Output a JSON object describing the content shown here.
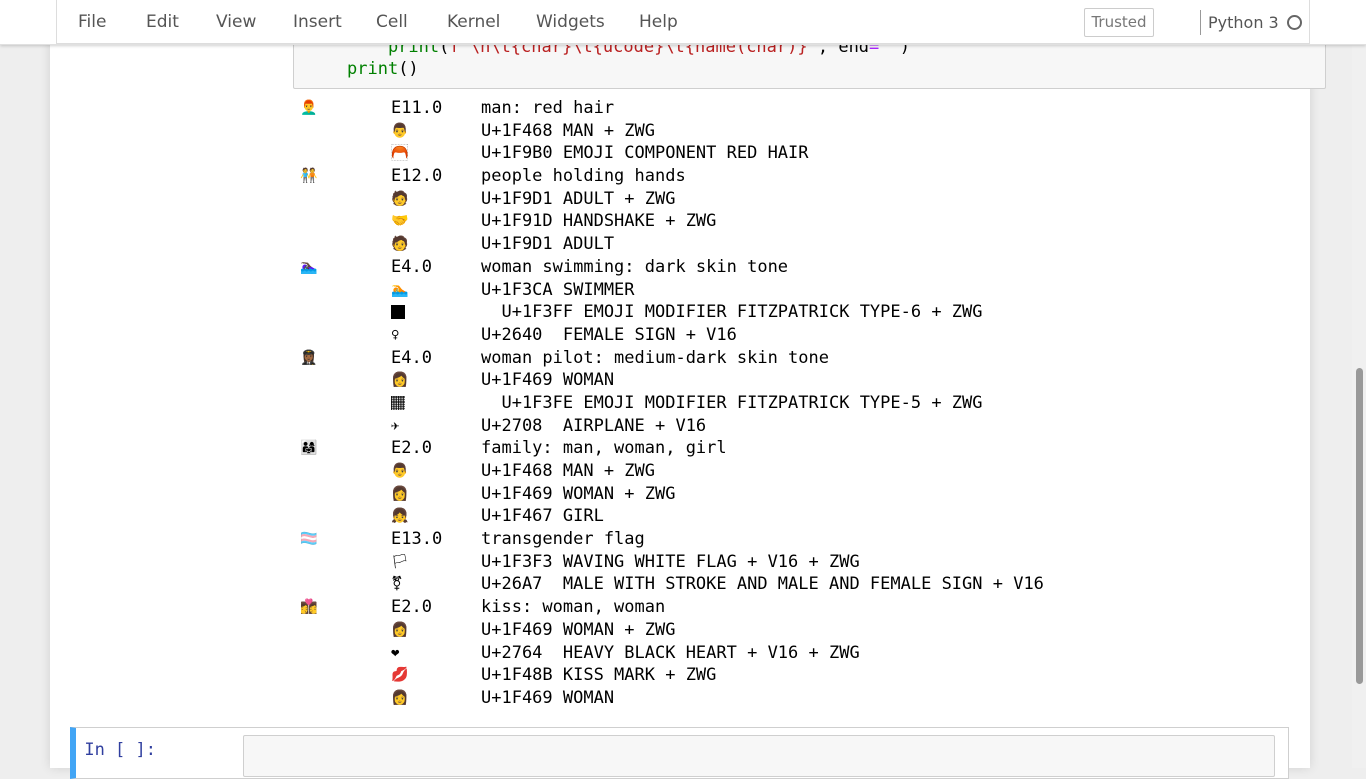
{
  "menu": [
    "File",
    "Edit",
    "View",
    "Insert",
    "Cell",
    "Kernel",
    "Widgets",
    "Help"
  ],
  "trusted_label": "Trusted",
  "kernel_name": "Python 3",
  "prev_cell": {
    "line1": {
      "indent": "    ",
      "fn": "print",
      "paren": "(",
      "str": "f'\\n\\t{char}\\t{ucode}\\t{name(char)}'",
      "sep": ", end",
      "eq": "=",
      "str2": "''",
      "close": ")"
    },
    "line2": {
      "fn": "print",
      "paren": "()"
    }
  },
  "output_rows": [
    {
      "big": "👨‍🦰",
      "small": "",
      "ver": "E11.0",
      "desc": "man: red hair"
    },
    {
      "big": "",
      "small": "👨",
      "ver": "",
      "desc": "U+1F468 MAN + ZWG"
    },
    {
      "big": "",
      "small": "🦰",
      "ver": "",
      "desc": "U+1F9B0 EMOJI COMPONENT RED HAIR"
    },
    {
      "big": "🧑‍🤝‍🧑",
      "small": "",
      "ver": "E12.0",
      "desc": "people holding hands"
    },
    {
      "big": "",
      "small": "🧑",
      "ver": "",
      "desc": "U+1F9D1 ADULT + ZWG"
    },
    {
      "big": "",
      "small": "🤝",
      "ver": "",
      "desc": "U+1F91D HANDSHAKE + ZWG"
    },
    {
      "big": "",
      "small": "🧑",
      "ver": "",
      "desc": "U+1F9D1 ADULT"
    },
    {
      "big": "🏊🏿‍♀️",
      "small": "",
      "ver": "E4.0",
      "desc": "woman swimming: dark skin tone"
    },
    {
      "big": "",
      "small": "🏊",
      "ver": "",
      "desc": "U+1F3CA SWIMMER"
    },
    {
      "big": "",
      "small": "🏿",
      "ver": "",
      "desc": "  U+1F3FF EMOJI MODIFIER FITZPATRICK TYPE-6 + ZWG"
    },
    {
      "big": "",
      "small": "♀",
      "ver": "",
      "desc": "U+2640  FEMALE SIGN + V16"
    },
    {
      "big": "👩🏾‍✈️",
      "small": "",
      "ver": "E4.0",
      "desc": "woman pilot: medium-dark skin tone"
    },
    {
      "big": "",
      "small": "👩",
      "ver": "",
      "desc": "U+1F469 WOMAN"
    },
    {
      "big": "",
      "small": "🏾",
      "ver": "",
      "desc": "  U+1F3FE EMOJI MODIFIER FITZPATRICK TYPE-5 + ZWG"
    },
    {
      "big": "",
      "small": "✈",
      "ver": "",
      "desc": "U+2708  AIRPLANE + V16"
    },
    {
      "big": "👨‍👩‍👧",
      "small": "",
      "ver": "E2.0",
      "desc": "family: man, woman, girl"
    },
    {
      "big": "",
      "small": "👨",
      "ver": "",
      "desc": "U+1F468 MAN + ZWG"
    },
    {
      "big": "",
      "small": "👩",
      "ver": "",
      "desc": "U+1F469 WOMAN + ZWG"
    },
    {
      "big": "",
      "small": "👧",
      "ver": "",
      "desc": "U+1F467 GIRL"
    },
    {
      "big": "🏳️‍⚧️",
      "small": "",
      "ver": "E13.0",
      "desc": "transgender flag"
    },
    {
      "big": "",
      "small": "🏳",
      "ver": "",
      "desc": "U+1F3F3 WAVING WHITE FLAG + V16 + ZWG"
    },
    {
      "big": "",
      "small": "⚧",
      "ver": "",
      "desc": "U+26A7  MALE WITH STROKE AND MALE AND FEMALE SIGN + V16"
    },
    {
      "big": "👩‍❤️‍💋‍👩",
      "small": "",
      "ver": "E2.0",
      "desc": "kiss: woman, woman"
    },
    {
      "big": "",
      "small": "👩",
      "ver": "",
      "desc": "U+1F469 WOMAN + ZWG"
    },
    {
      "big": "",
      "small": "❤",
      "ver": "",
      "desc": "U+2764  HEAVY BLACK HEART + V16 + ZWG"
    },
    {
      "big": "",
      "small": "💋",
      "ver": "",
      "desc": "U+1F48B KISS MARK + ZWG"
    },
    {
      "big": "",
      "small": "👩",
      "ver": "",
      "desc": "U+1F469 WOMAN"
    }
  ],
  "new_cell_prompt": "In [ ]:",
  "colors": {
    "prompt_blue": "#303f9f",
    "selected_cell_bar": "#42a5f5"
  }
}
